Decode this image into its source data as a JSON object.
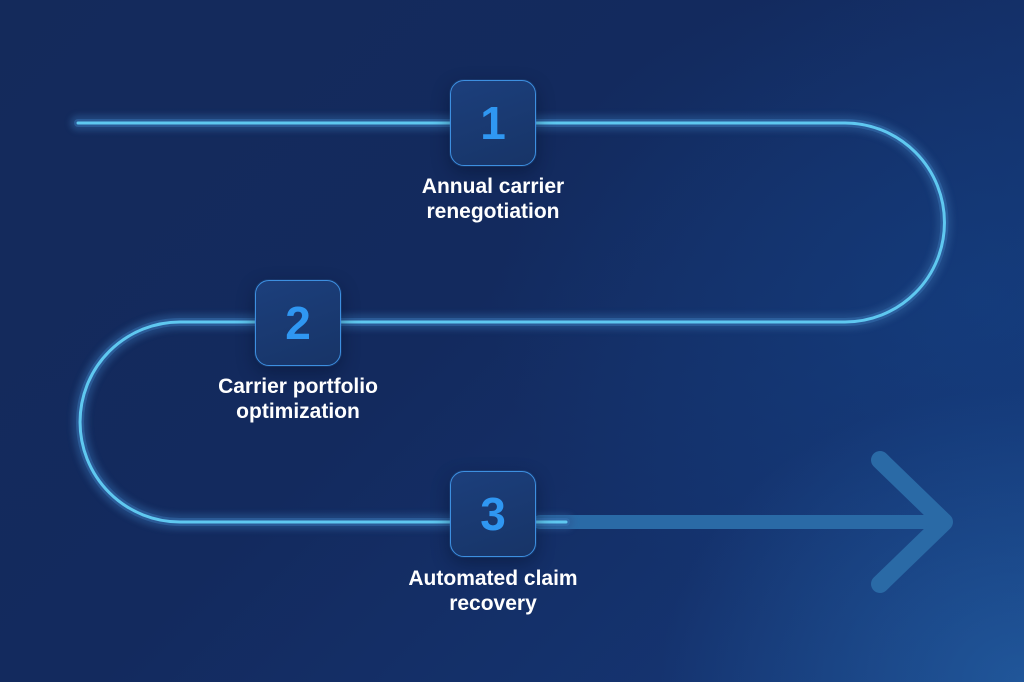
{
  "colors": {
    "background": "#132a5e",
    "path_line": "#5fc8f0",
    "path_glow": "#2a5a96",
    "arrow": "#2a6aa6",
    "step_border": "#3d8fe0",
    "step_number": "#2f97f2",
    "label_text": "#ffffff"
  },
  "steps": [
    {
      "number": "1",
      "label_lines": [
        "Annual carrier",
        "renegotiation"
      ]
    },
    {
      "number": "2",
      "label_lines": [
        "Carrier portfolio",
        "optimization"
      ]
    },
    {
      "number": "3",
      "label_lines": [
        "Automated claim",
        "recovery"
      ]
    }
  ],
  "path": {
    "arrow_icon": "arrow-right-icon"
  }
}
